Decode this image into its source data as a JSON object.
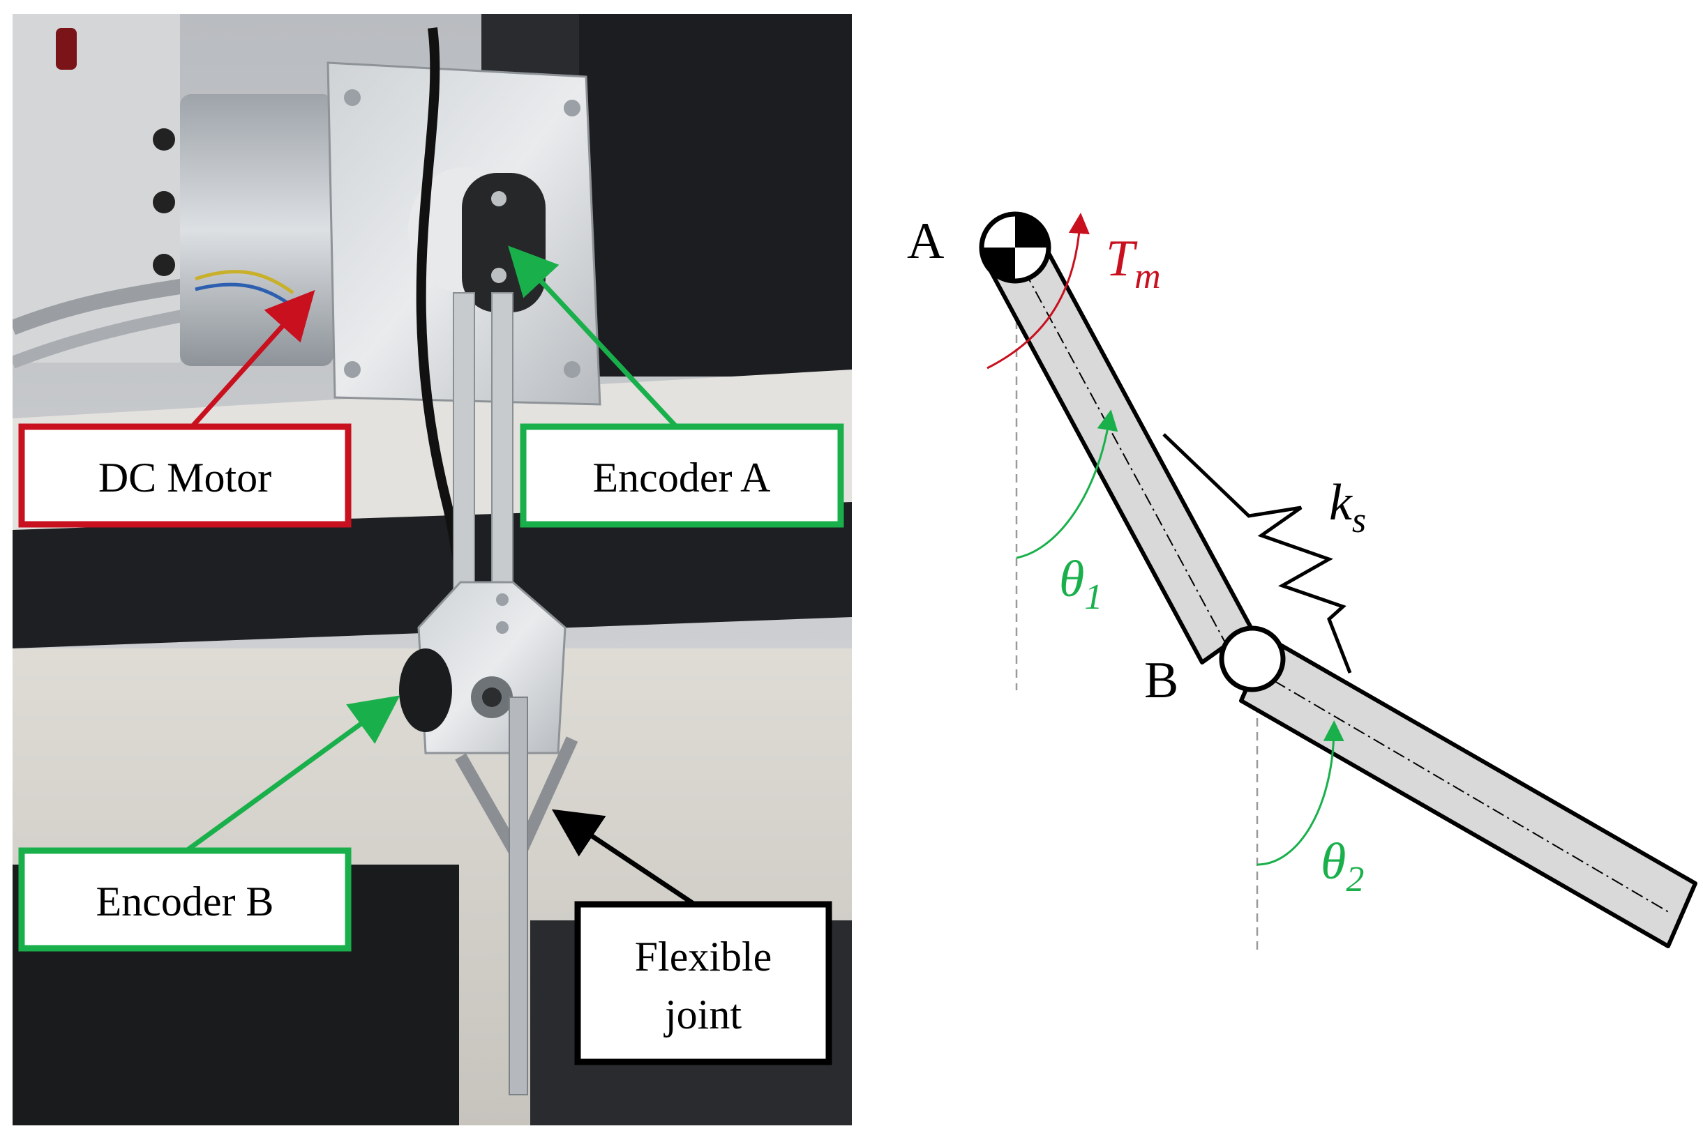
{
  "photo_panel": {
    "callouts": {
      "dc_motor": "DC Motor",
      "encoder_a": "Encoder A",
      "encoder_b": "Encoder B",
      "flexible_joint_line1": "Flexible",
      "flexible_joint_line2": "joint"
    },
    "colors": {
      "red": "#c8101e",
      "green": "#19b04b",
      "black": "#000000"
    }
  },
  "schematic_panel": {
    "point_a": "A",
    "point_b": "B",
    "torque": {
      "symbol": "T",
      "subscript": "m"
    },
    "spring": {
      "symbol": "k",
      "subscript": "s"
    },
    "theta1": {
      "symbol": "θ",
      "subscript": "1"
    },
    "theta2": {
      "symbol": "θ",
      "subscript": "2"
    },
    "colors": {
      "link_fill": "#d9d9d9",
      "torque_red": "#c8101e",
      "angle_green": "#19b04b"
    }
  }
}
